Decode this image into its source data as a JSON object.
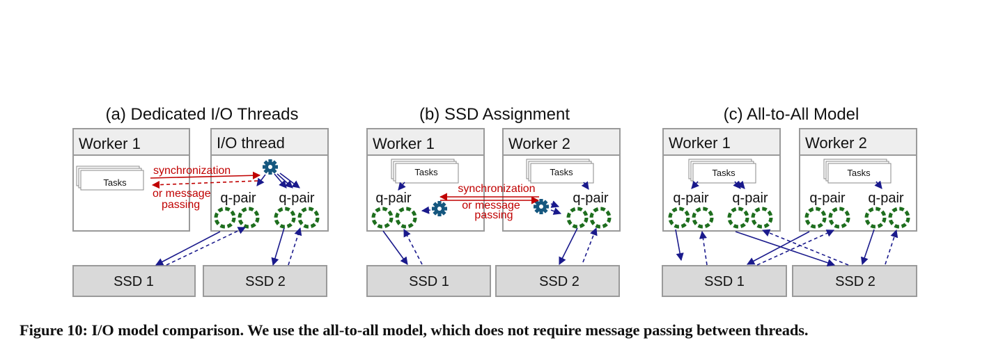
{
  "colors": {
    "box_border": "#9a9a9a",
    "header_fill": "#eeeeee",
    "ssd_fill": "#d9d9d9",
    "arrow_blue": "#1a1a8c",
    "sync_red": "#c00000",
    "gear_blue": "#15577f",
    "queue_green": "#1e6e1e"
  },
  "panels": [
    {
      "title": "(a) Dedicated I/O Threads",
      "boxes": [
        {
          "header": "Worker 1",
          "tasks": "Tasks"
        },
        {
          "header": "I/O thread",
          "qpairs": [
            "q-pair",
            "q-pair"
          ]
        }
      ],
      "sync_label": [
        "synchronization",
        "or message",
        "passing"
      ],
      "ssds": [
        "SSD 1",
        "SSD 2"
      ]
    },
    {
      "title": "(b) SSD Assignment",
      "boxes": [
        {
          "header": "Worker 1",
          "tasks": "Tasks",
          "qpairs": [
            "q-pair"
          ]
        },
        {
          "header": "Worker 2",
          "tasks": "Tasks",
          "qpairs": [
            "q-pair"
          ]
        }
      ],
      "sync_label": [
        "synchronization",
        "or message",
        "passing"
      ],
      "ssds": [
        "SSD 1",
        "SSD 2"
      ]
    },
    {
      "title": "(c) All-to-All Model",
      "boxes": [
        {
          "header": "Worker 1",
          "tasks": "Tasks",
          "qpairs": [
            "q-pair",
            "q-pair"
          ]
        },
        {
          "header": "Worker 2",
          "tasks": "Tasks",
          "qpairs": [
            "q-pair",
            "q-pair"
          ]
        }
      ],
      "ssds": [
        "SSD 1",
        "SSD 2"
      ]
    }
  ],
  "caption": "Figure 10: I/O model comparison. We use the all-to-all model, which does not require message passing between threads."
}
